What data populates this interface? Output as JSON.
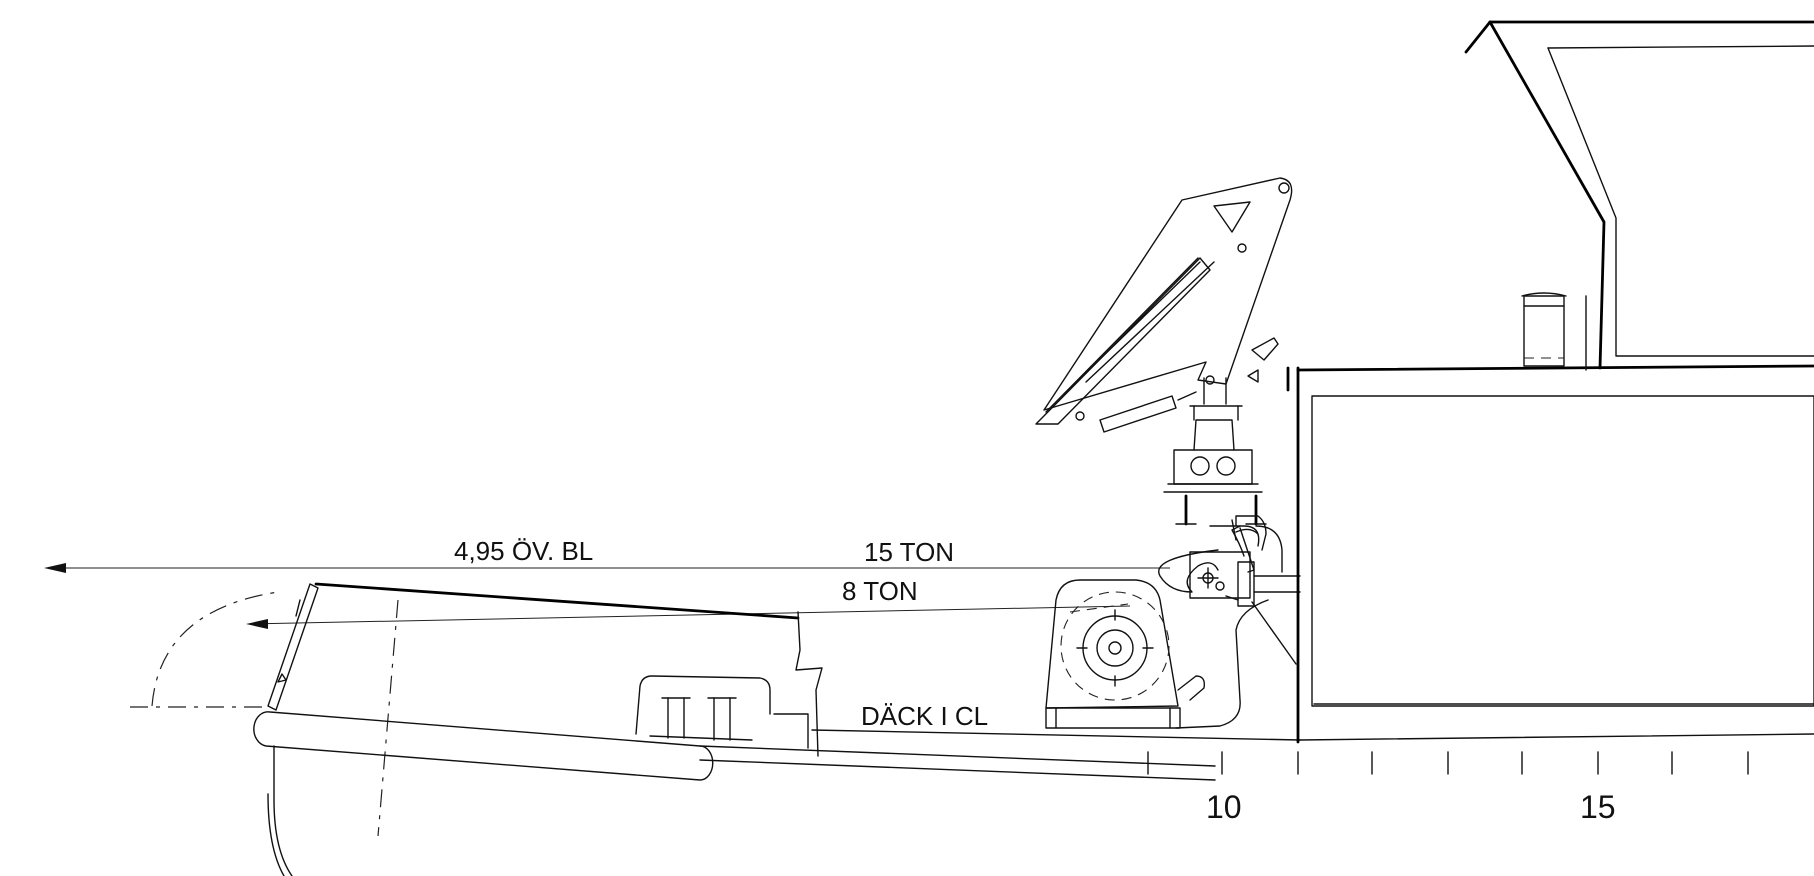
{
  "labels": {
    "height_above_baseline": "4,95 ÖV. BL",
    "crane_capacity_high": "15 TON",
    "crane_capacity_low": "8 TON",
    "deck_at_centerline": "DÄCK I CL"
  },
  "frame_numbers": [
    "10",
    "15"
  ],
  "colors": {
    "line": "#111111",
    "background": "#ffffff"
  }
}
